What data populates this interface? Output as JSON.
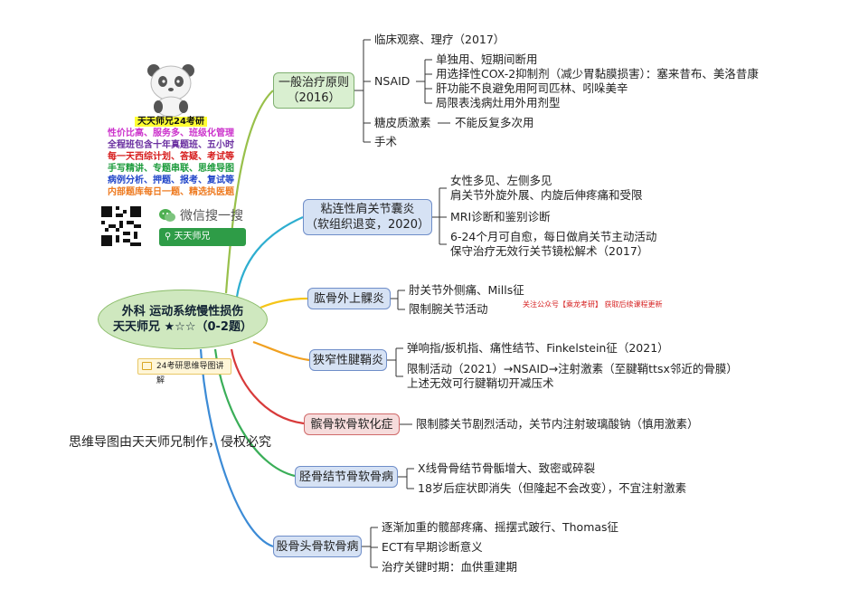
{
  "promo": {
    "title": "天天师兄24考研",
    "lines": [
      {
        "text": "性价比高、服务多、班级化管理",
        "color": "#cc33cc"
      },
      {
        "text": "全程班包含十年真题班、五小时",
        "color": "#6a2fa0"
      },
      {
        "text": "每一天西综计划、答疑、考试等",
        "color": "#d61c1c"
      },
      {
        "text": "手写精讲、专题串联、思维导图",
        "color": "#1a9a3a"
      },
      {
        "text": "病例分析、押题、报考、复试等",
        "color": "#2146c9"
      },
      {
        "text": "内部题库每日一题、精选执医题",
        "color": "#ee7a20"
      }
    ]
  },
  "wechat": {
    "label": "微信搜一搜",
    "search": "天天师兄"
  },
  "center": {
    "line1": "外科 运动系统慢性损伤",
    "line2": "天天师兄 ★☆☆（0-2题）"
  },
  "pill": "24考研思维导图讲解",
  "copyright": "思维导图由天天师兄制作，侵权必究",
  "notice": "关注公众号【乘龙考研】 获取后续课程更新",
  "colors": {
    "branch1": "#98c04a",
    "branch2": "#2eaed0",
    "branch3": "#f5c518",
    "branch4": "#f0a020",
    "branch5": "#d83a3a",
    "branch6": "#3aae58",
    "branch7": "#3c8bd6",
    "leafline": "#333333"
  },
  "branches": [
    {
      "label_lines": [
        "一般治疗原则",
        "（2016）"
      ],
      "items": [
        {
          "text": "临床观察、理疗（2017）"
        },
        {
          "text": "NSAID",
          "sub": [
            "单独用、短期间断用",
            "用选择性COX-2抑制剂（减少胃黏膜损害）：塞来昔布、美洛昔康",
            "肝功能不良避免用阿司匹林、吲哚美辛",
            "局限表浅病灶用外用剂型"
          ]
        },
        {
          "text": "糖皮质激素",
          "sub": [
            "不能反复多次用"
          ]
        },
        {
          "text": "手术"
        }
      ]
    },
    {
      "label_lines": [
        "粘连性肩关节囊炎",
        "（软组织退变，2020）"
      ],
      "items": [
        {
          "text": "女性多见、左侧多见",
          "text2": "肩关节外旋外展、内旋后伸疼痛和受限"
        },
        {
          "text": "MRI诊断和鉴别诊断"
        },
        {
          "text": "6-24个月可自愈，每日做肩关节主动活动",
          "text2": "保守治疗无效行关节镜松解术（2017）"
        }
      ]
    },
    {
      "label_lines": [
        "肱骨外上髁炎"
      ],
      "items": [
        {
          "text": "肘关节外侧痛、Mills征"
        },
        {
          "text": "限制腕关节活动"
        }
      ]
    },
    {
      "label_lines": [
        "狭窄性腱鞘炎"
      ],
      "items": [
        {
          "text": "弹响指/扳机指、痛性结节、Finkelstein征（2021）"
        },
        {
          "text": "限制活动（2021）→NSAID→注射激素（至腱鞘ttsx邻近的骨膜）",
          "text2": "上述无效可行腱鞘切开减压术"
        }
      ]
    },
    {
      "label_lines": [
        "髌骨软骨软化症"
      ],
      "items": [
        {
          "text": "限制膝关节剧烈活动，关节内注射玻璃酸钠（慎用激素）"
        }
      ]
    },
    {
      "label_lines": [
        "胫骨结节骨软骨病"
      ],
      "items": [
        {
          "text": "X线骨骨结节骨骺增大、致密或碎裂"
        },
        {
          "text": "18岁后症状即消失（但隆起不会改变），不宜注射激素"
        }
      ]
    },
    {
      "label_lines": [
        "股骨头骨软骨病"
      ],
      "items": [
        {
          "text": "逐渐加重的髋部疼痛、摇摆式跛行、Thomas征"
        },
        {
          "text": "ECT有早期诊断意义"
        },
        {
          "text": "治疗关键时期：血供重建期"
        }
      ]
    }
  ]
}
